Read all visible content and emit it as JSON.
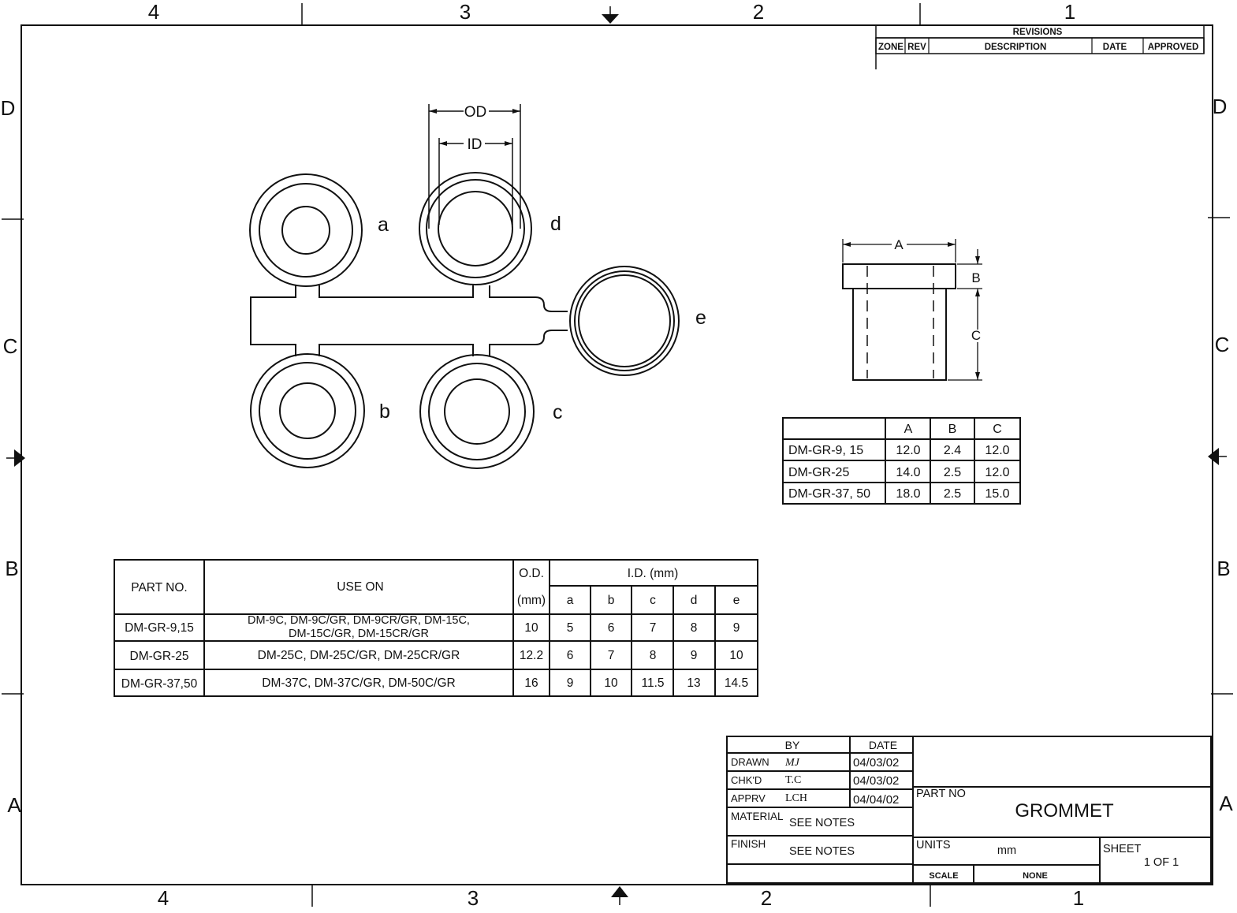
{
  "frame": {
    "top_columns": [
      "4",
      "3",
      "2",
      "1"
    ],
    "bottom_columns": [
      "4",
      "3",
      "2",
      "1"
    ],
    "left_rows": [
      "D",
      "C",
      "B",
      "A"
    ],
    "right_rows": [
      "D",
      "C",
      "B",
      "A"
    ]
  },
  "revisions": {
    "title": "REVISIONS",
    "headers": [
      "ZONE",
      "REV",
      "DESCRIPTION",
      "DATE",
      "APPROVED"
    ]
  },
  "plan_view": {
    "od_label": "OD",
    "id_label": "ID",
    "grommet_labels": [
      "a",
      "d",
      "b",
      "c",
      "e"
    ]
  },
  "side_view": {
    "dim_labels": [
      "A",
      "B",
      "C"
    ]
  },
  "dimension_table": {
    "headers": [
      "",
      "A",
      "B",
      "C"
    ],
    "rows": [
      [
        "DM-GR-9, 15",
        "12.0",
        "2.4",
        "12.0"
      ],
      [
        "DM-GR-25",
        "14.0",
        "2.5",
        "12.0"
      ],
      [
        "DM-GR-37, 50",
        "18.0",
        "2.5",
        "15.0"
      ]
    ]
  },
  "parts_table": {
    "part_no_header": "PART NO.",
    "use_on_header": "USE ON",
    "od_header": "O.D.",
    "od_unit": "(mm)",
    "id_header": "I.D. (mm)",
    "id_columns": [
      "a",
      "b",
      "c",
      "d",
      "e"
    ],
    "rows": [
      {
        "part": "DM-GR-9,15",
        "use_on": [
          "DM-9C, DM-9C/GR, DM-9CR/GR, DM-15C,",
          "DM-15C/GR, DM-15CR/GR"
        ],
        "od": "10",
        "ids": [
          "5",
          "6",
          "7",
          "8",
          "9"
        ]
      },
      {
        "part": "DM-GR-25",
        "use_on": [
          "DM-25C, DM-25C/GR, DM-25CR/GR"
        ],
        "od": "12.2",
        "ids": [
          "6",
          "7",
          "8",
          "9",
          "10"
        ]
      },
      {
        "part": "DM-GR-37,50",
        "use_on": [
          "DM-37C, DM-37C/GR, DM-50C/GR"
        ],
        "od": "16",
        "ids": [
          "9",
          "10",
          "11.5",
          "13",
          "14.5"
        ]
      }
    ]
  },
  "title_block": {
    "by_header": "BY",
    "date_header": "DATE",
    "sign_rows": [
      {
        "label": "DRAWN",
        "by": "MJ",
        "date": "04/03/02"
      },
      {
        "label": "CHK'D",
        "by": "T.C",
        "date": "04/03/02"
      },
      {
        "label": "APPRV",
        "by": "LCH",
        "date": "04/04/02"
      }
    ],
    "material_label": "MATERIAL",
    "material_value": "SEE NOTES",
    "finish_label": "FINISH",
    "finish_value": "SEE NOTES",
    "part_no_label": "PART NO",
    "title": "GROMMET",
    "units_label": "UNITS",
    "units_value": "mm",
    "sheet_label": "SHEET",
    "sheet_value": "1 OF 1",
    "scale_label": "SCALE",
    "scale_value": "NONE"
  }
}
